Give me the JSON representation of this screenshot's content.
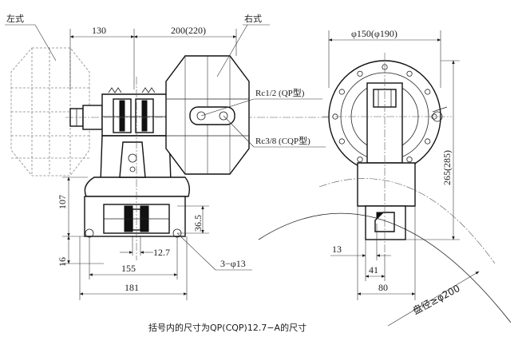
{
  "views": {
    "left_label": "左式",
    "right_label": "右式"
  },
  "dimensions": {
    "d_130": "130",
    "d_200": "200(220)",
    "d_phi150": "φ150(φ190)",
    "d_265": "265(285)",
    "d_107": "107",
    "d_16": "16",
    "d_36_5": "36.5",
    "d_12_7": "12.7",
    "d_155": "155",
    "d_181": "181",
    "d_3phi13": "3−φ13",
    "d_13": "13",
    "d_41": "41",
    "d_80": "80",
    "d_disc": "盘径≥φ200"
  },
  "ports": {
    "rc12": "Rc1/2 (QP型)",
    "rc38": "Rc3/8 (CQP型)"
  },
  "caption": "括号内的尺寸为QP(CQP)12.7−A的尺寸"
}
